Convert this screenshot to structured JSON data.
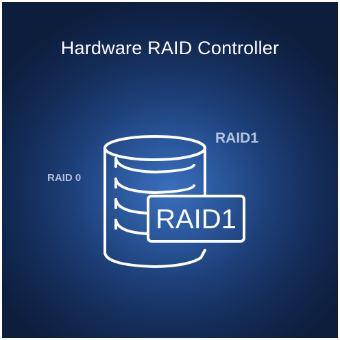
{
  "title": "Hardware RAID Controller",
  "labels": {
    "raid0": "RAID 0",
    "raid1_small": "RAID1",
    "raid1_badge": "RAID1"
  },
  "icon": "database-stack-icon",
  "colors": {
    "background_center": "#3a6fbd",
    "background_edge": "#0d1d3c",
    "line": "#ffffff"
  }
}
